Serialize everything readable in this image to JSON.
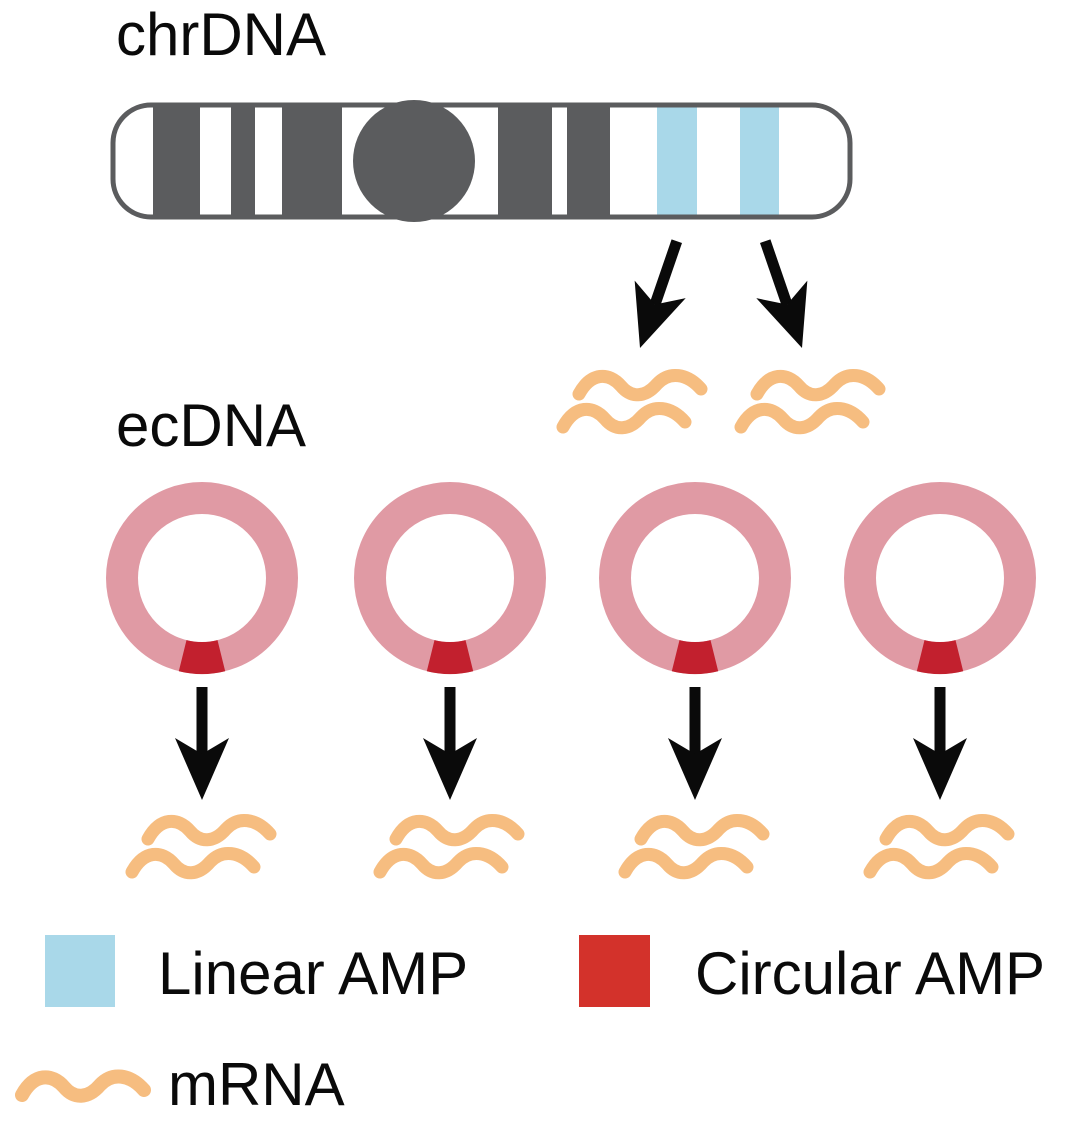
{
  "labels": {
    "chr_dna": "chrDNA",
    "ec_dna": "ecDNA"
  },
  "legend": {
    "linear_amp": "Linear AMP",
    "circular_amp": "Circular AMP",
    "mrna": "mRNA"
  },
  "diagram": {
    "ecdna_ring_count": 4,
    "linear_amp_band_count": 2,
    "mrna_from_chromosome_count": 2,
    "mrna_from_ecdna_count": 4
  },
  "colors": {
    "chromosome_gray": "#5B5C5E",
    "linear_amp_blue": "#A9D8E9",
    "ecdna_pink": "#E09AA4",
    "circular_amp_red": "#C2202E",
    "legend_red": "#D3322B",
    "mrna_orange": "#F6BD80",
    "black": "#0A0A0A",
    "white": "#FFFFFF"
  }
}
